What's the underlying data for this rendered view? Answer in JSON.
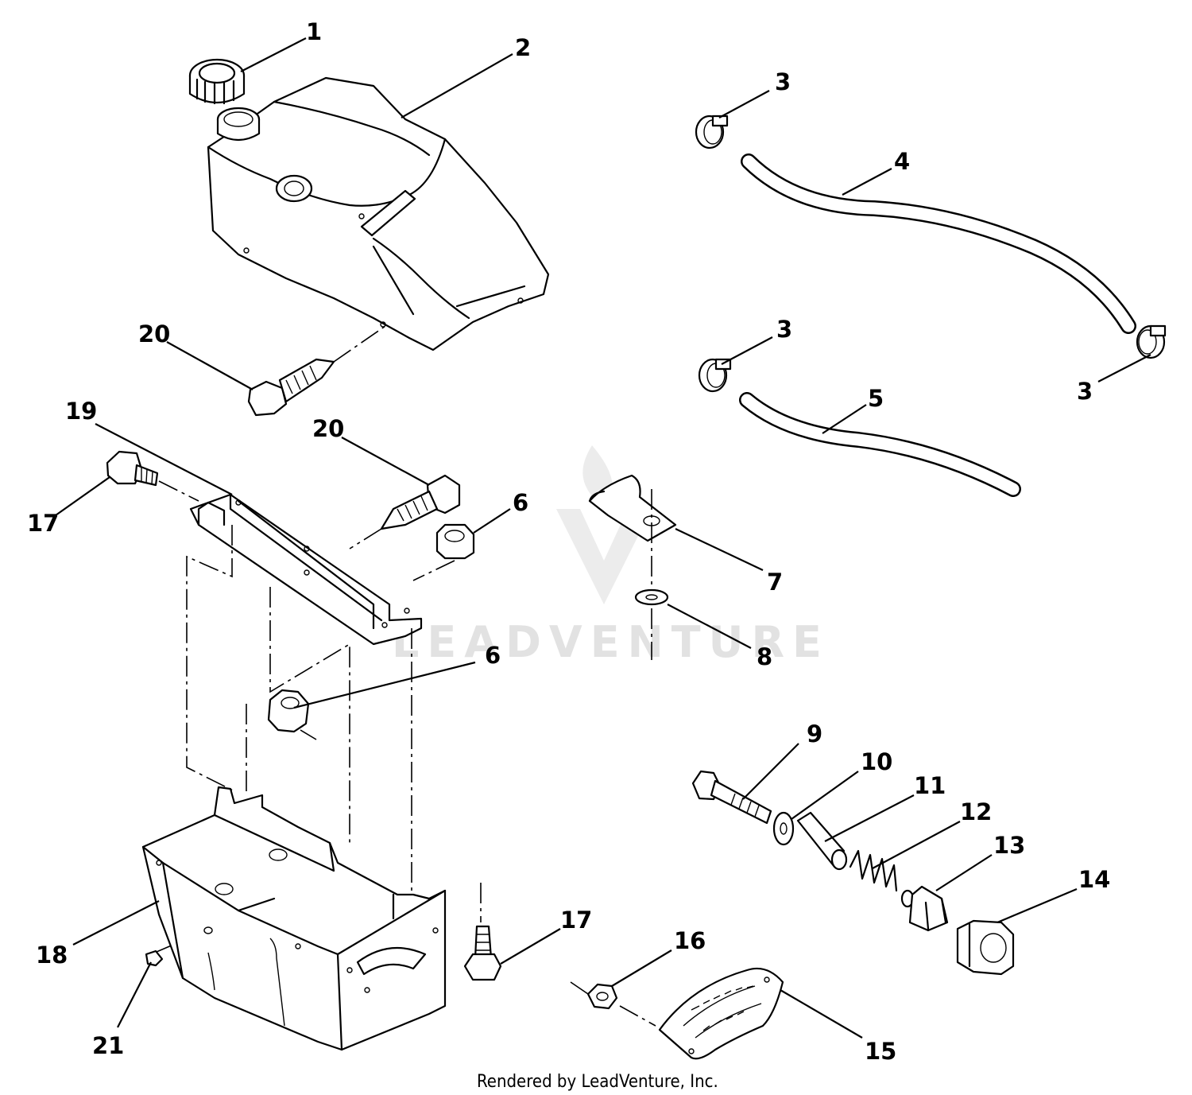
{
  "watermark": {
    "text": "LEADVENTURE"
  },
  "footer": {
    "credit": "Rendered by LeadVenture, Inc."
  },
  "callouts": [
    {
      "id": "c1",
      "label": "1"
    },
    {
      "id": "c2",
      "label": "2"
    },
    {
      "id": "c3a",
      "label": "3"
    },
    {
      "id": "c4",
      "label": "4"
    },
    {
      "id": "c3b",
      "label": "3"
    },
    {
      "id": "c3c",
      "label": "3"
    },
    {
      "id": "c5",
      "label": "5"
    },
    {
      "id": "c20a",
      "label": "20"
    },
    {
      "id": "c19",
      "label": "19"
    },
    {
      "id": "c20b",
      "label": "20"
    },
    {
      "id": "c17a",
      "label": "17"
    },
    {
      "id": "c6a",
      "label": "6"
    },
    {
      "id": "c7",
      "label": "7"
    },
    {
      "id": "c8",
      "label": "8"
    },
    {
      "id": "c6b",
      "label": "6"
    },
    {
      "id": "c9",
      "label": "9"
    },
    {
      "id": "c10",
      "label": "10"
    },
    {
      "id": "c11",
      "label": "11"
    },
    {
      "id": "c12",
      "label": "12"
    },
    {
      "id": "c13",
      "label": "13"
    },
    {
      "id": "c14",
      "label": "14"
    },
    {
      "id": "c17b",
      "label": "17"
    },
    {
      "id": "c16",
      "label": "16"
    },
    {
      "id": "c18",
      "label": "18"
    },
    {
      "id": "c15",
      "label": "15"
    },
    {
      "id": "c21",
      "label": "21"
    }
  ]
}
